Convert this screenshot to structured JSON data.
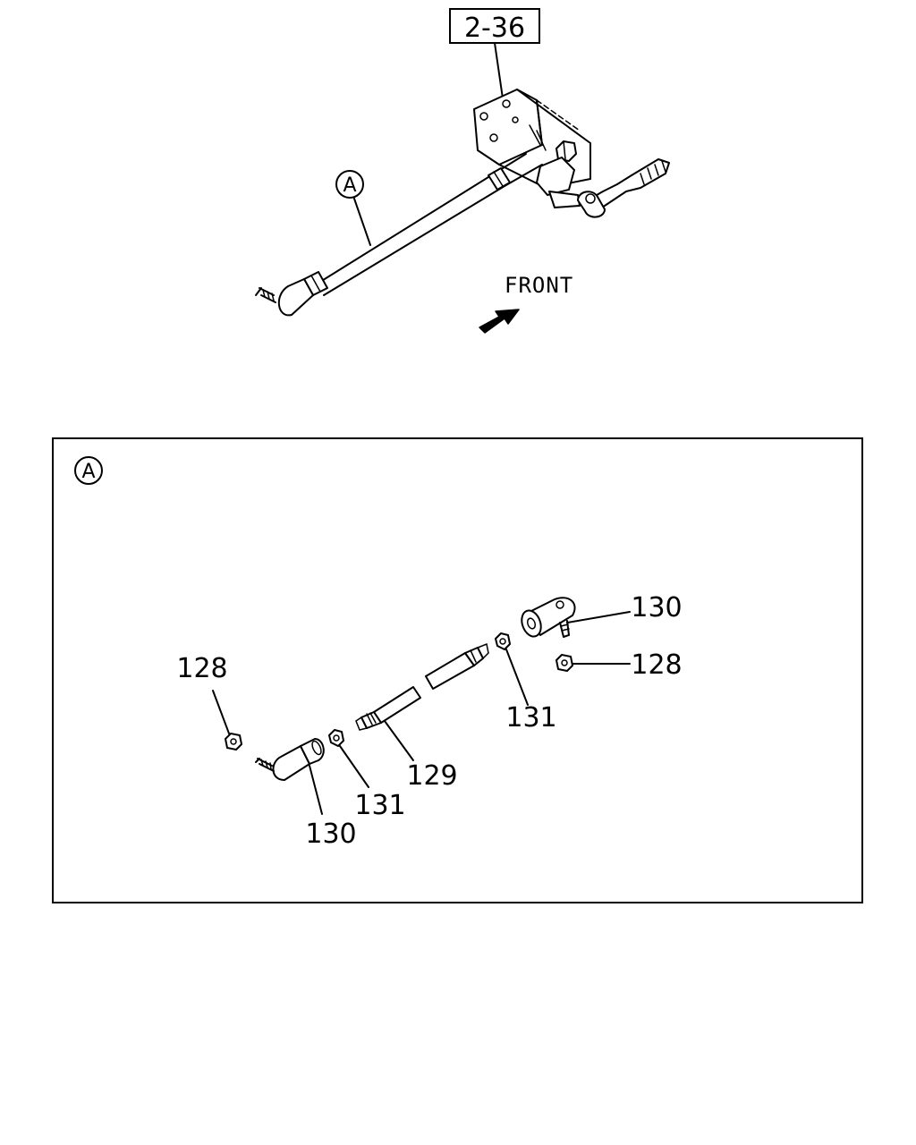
{
  "diagram": {
    "reference_box_label": "2-36",
    "direction_label": "FRONT",
    "view_marker": "A",
    "detail_marker": "A",
    "callouts": [
      {
        "id": "nut-left",
        "label": "128"
      },
      {
        "id": "nut-right",
        "label": "128"
      },
      {
        "id": "rod",
        "label": "129"
      },
      {
        "id": "rod-end-left",
        "label": "130"
      },
      {
        "id": "rod-end-right",
        "label": "130"
      },
      {
        "id": "locknut-left",
        "label": "131"
      },
      {
        "id": "locknut-right",
        "label": "131"
      }
    ],
    "icons": {
      "front_arrow": "front-arrow-icon"
    }
  }
}
